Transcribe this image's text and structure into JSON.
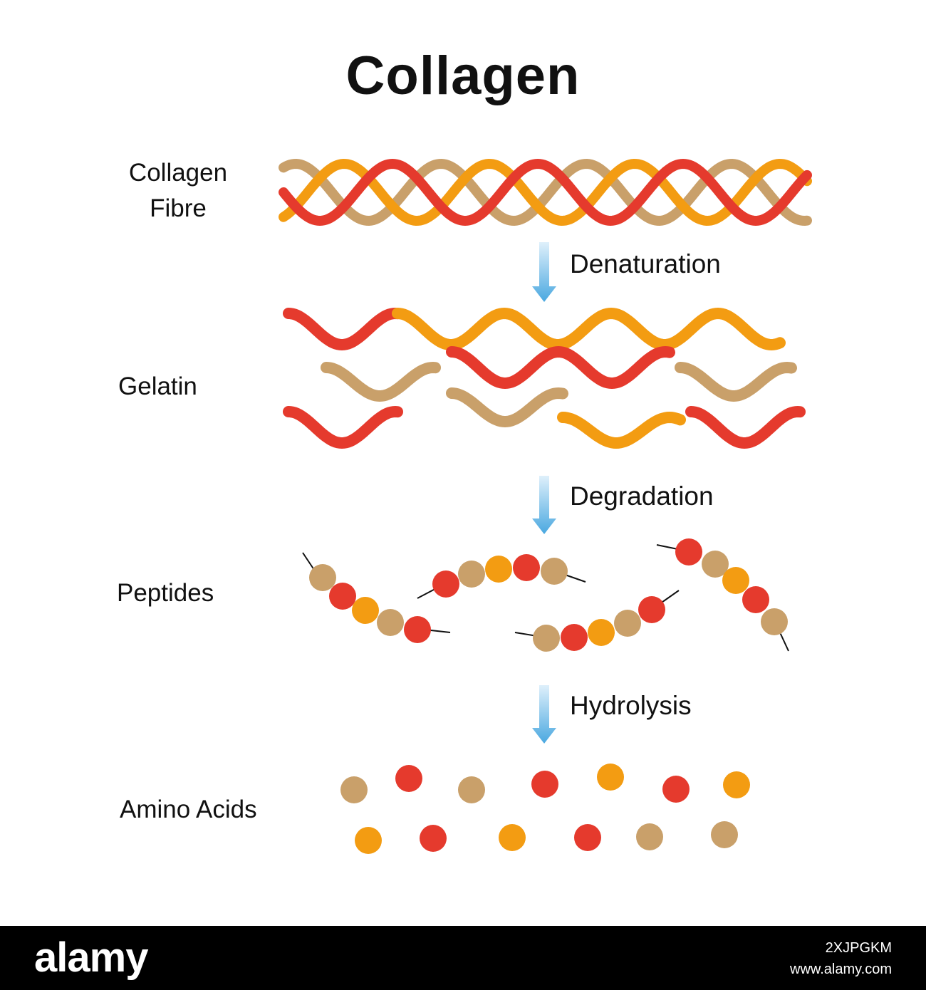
{
  "title": "Collagen",
  "stages": {
    "fibre": [
      "Collagen",
      "Fibre"
    ],
    "gelatin": "Gelatin",
    "peptides": "Peptides",
    "amino": "Amino Acids"
  },
  "steps": {
    "denaturation": "Denaturation",
    "degradation": "Degradation",
    "hydrolysis": "Hydrolysis"
  },
  "colors": {
    "red": "#e53a2d",
    "orange": "#f39c12",
    "tan": "#c9a06a",
    "arrow_top": "#dff0fb",
    "arrow_bottom": "#4aa8e0",
    "footer": "#000000"
  },
  "footer": {
    "logo": "alamy",
    "image_id": "2XJPGKM",
    "site": "www.alamy.com"
  }
}
